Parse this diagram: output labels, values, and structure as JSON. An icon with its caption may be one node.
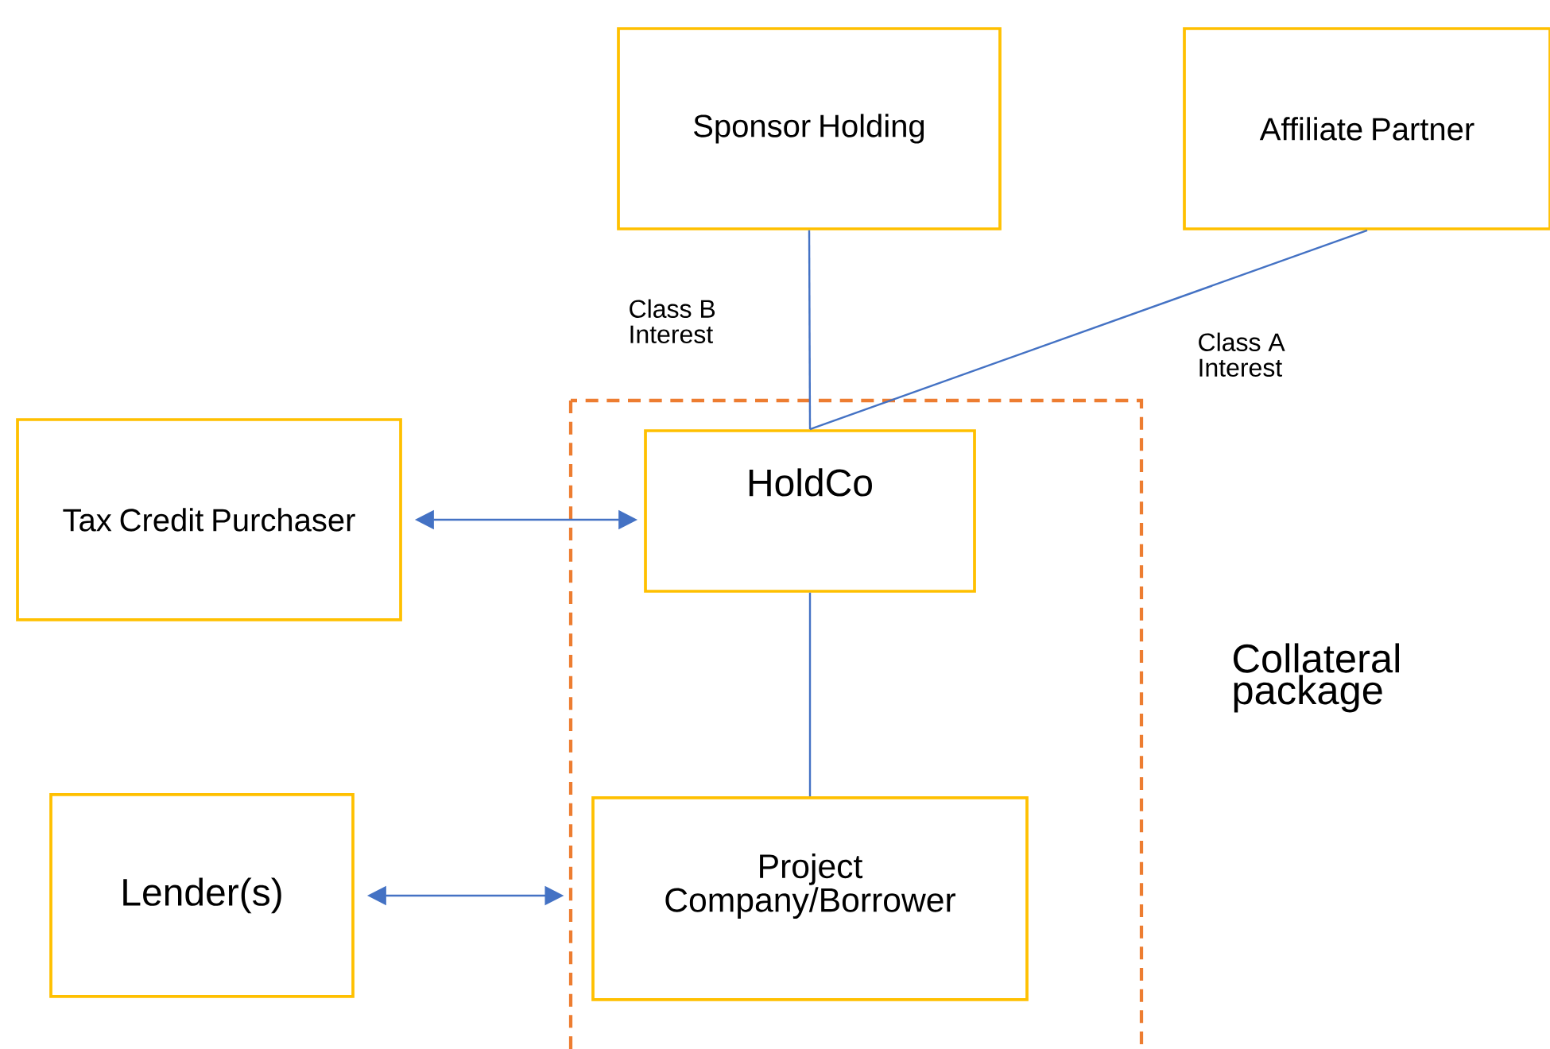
{
  "diagram": {
    "nodes": [
      {
        "text": [
          "Sponsor Holding"
        ]
      },
      {
        "text": [
          "Affiliate Partner"
        ]
      },
      {
        "text": [
          "Collateral package"
        ]
      },
      {
        "text": [
          "Tax Credit Purchaser"
        ]
      },
      {
        "text": [
          "HoldCo"
        ],
        "in": 2
      },
      {
        "text": [
          "Lender(s)"
        ]
      },
      {
        "text": [
          "Project Company/Borrower"
        ],
        "in": 2
      }
    ],
    "edges": [
      {
        "from": 0,
        "to": 4,
        "arrow": "none",
        "label": "Class B Interest"
      },
      {
        "from": 1,
        "to": 4,
        "arrow": "none",
        "label": "Class A Interest"
      },
      {
        "from": 3,
        "to": 4,
        "arrow": "both"
      },
      {
        "from": 4,
        "to": 6,
        "arrow": "none"
      },
      {
        "from": 5,
        "to": 2,
        "arrow": "both"
      }
    ]
  }
}
